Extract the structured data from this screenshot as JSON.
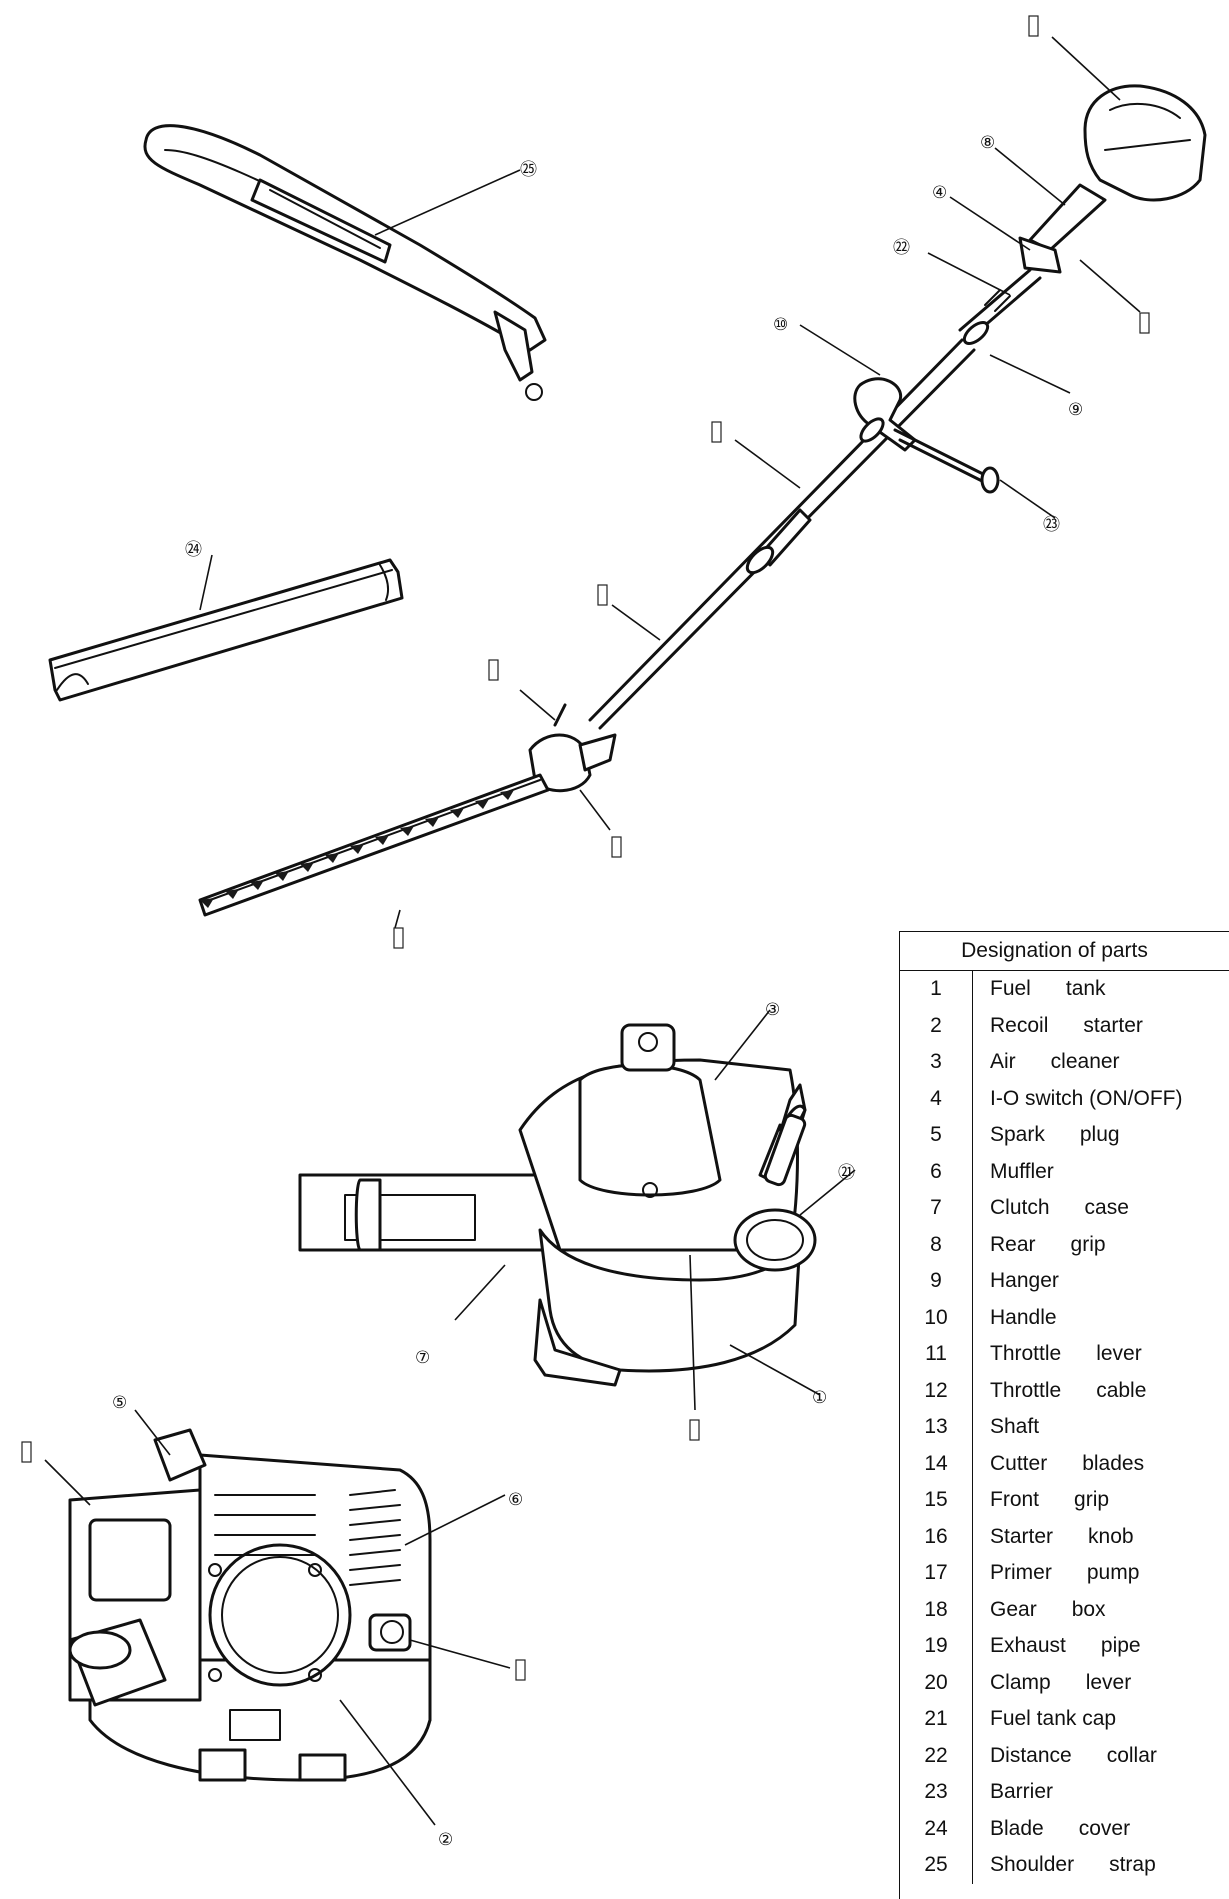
{
  "table": {
    "heading": "Designation of parts",
    "rows": [
      {
        "num": "1",
        "name": "Fuel      tank"
      },
      {
        "num": "2",
        "name": "Recoil      starter"
      },
      {
        "num": "3",
        "name": "Air      cleaner"
      },
      {
        "num": "4",
        "name": "I-O switch (ON/OFF)"
      },
      {
        "num": "5",
        "name": "Spark      plug"
      },
      {
        "num": "6",
        "name": "Muffler"
      },
      {
        "num": "7",
        "name": "Clutch      case"
      },
      {
        "num": "8",
        "name": "Rear      grip"
      },
      {
        "num": "9",
        "name": "Hanger"
      },
      {
        "num": "10",
        "name": "Handle"
      },
      {
        "num": "11",
        "name": "Throttle      lever"
      },
      {
        "num": "12",
        "name": "Throttle      cable"
      },
      {
        "num": "13",
        "name": "Shaft"
      },
      {
        "num": "14",
        "name": "Cutter      blades"
      },
      {
        "num": "15",
        "name": "Front      grip"
      },
      {
        "num": "16",
        "name": "Starter      knob"
      },
      {
        "num": "17",
        "name": "Primer      pump"
      },
      {
        "num": "18",
        "name": "Gear      box"
      },
      {
        "num": "19",
        "name": "Exhaust      pipe"
      },
      {
        "num": "20",
        "name": "Clamp      lever"
      },
      {
        "num": "21",
        "name": "Fuel tank cap"
      },
      {
        "num": "22",
        "name": "Distance      collar"
      },
      {
        "num": "23",
        "name": "Barrier"
      },
      {
        "num": "24",
        "name": "Blade      cover"
      },
      {
        "num": "25",
        "name": "Shoulder      strap"
      }
    ]
  },
  "callouts": {
    "c25": "㉕",
    "c24": "㉔",
    "c23": "㉓",
    "c22": "㉒",
    "c21": "㉑",
    "c10": "⑩",
    "c9": "⑨",
    "c8": "⑧",
    "c7": "⑦",
    "c6": "⑥",
    "c5": "⑤",
    "c4": "④",
    "c3": "③",
    "c2": "②",
    "c1": "①"
  }
}
